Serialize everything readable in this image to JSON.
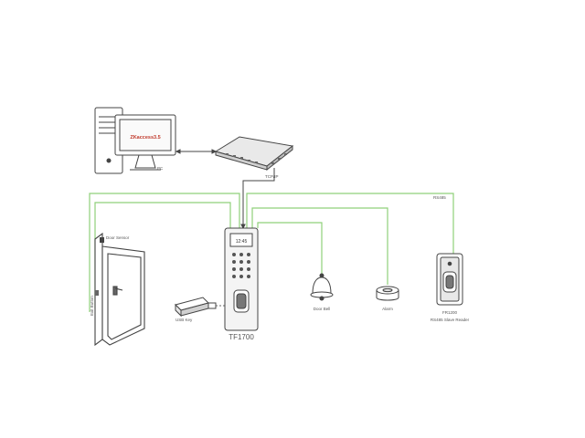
{
  "diagram": {
    "labels": {
      "pc_screen": "ZKaccess3.5",
      "pc": "PC",
      "tcpip": "TCP/IP",
      "door_sensor": "Door Sensor",
      "exit_button": "Exit Button",
      "rs485": "RS485",
      "usb_key": "USB Key",
      "device_name": "TF1700",
      "door_bell": "Door Bell",
      "alarm": "Alarm",
      "reader_model": "FR1200",
      "reader_desc": "RS485 Slave Reader",
      "device_screen": "12:45"
    },
    "colors": {
      "line": "#444444",
      "wire": "#8fd07a",
      "dash": "#666666",
      "device_fill": "#f4f4f4"
    }
  }
}
